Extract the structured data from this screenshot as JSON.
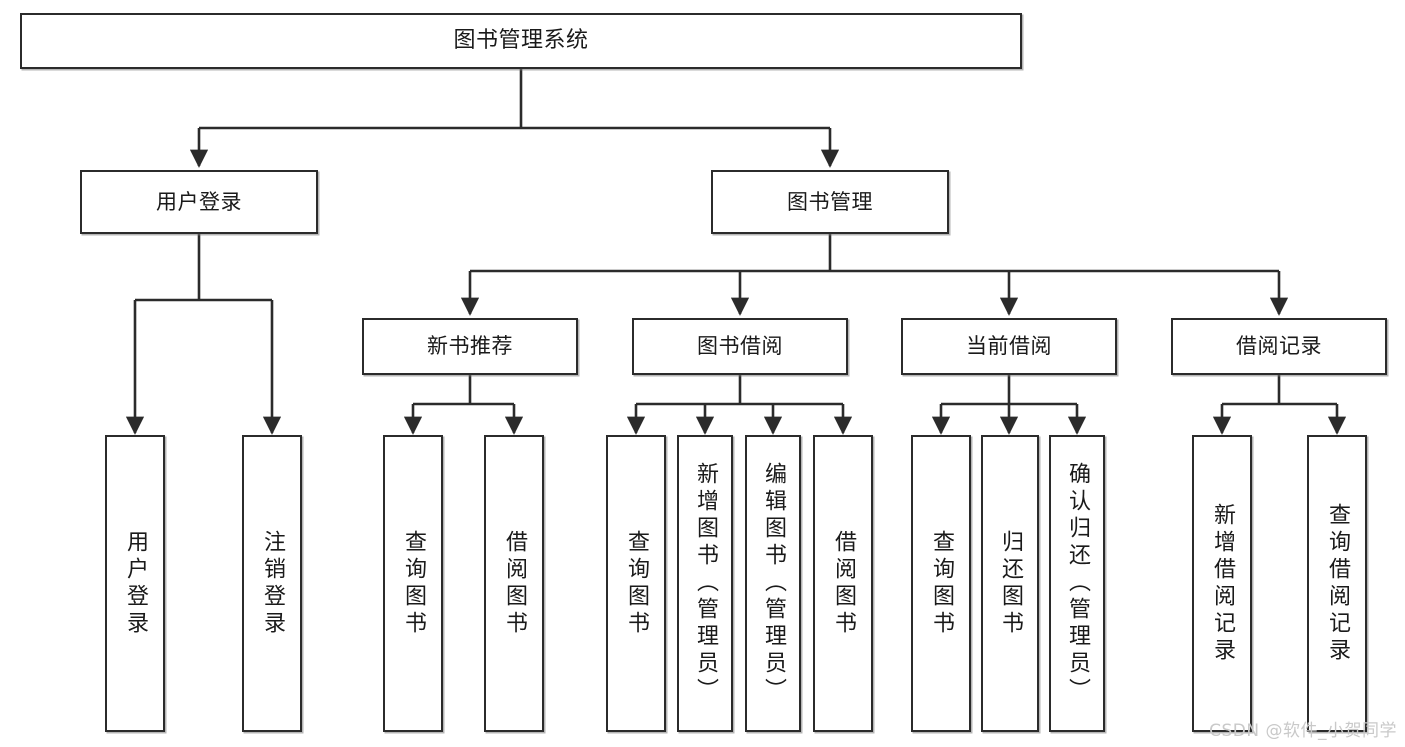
{
  "diagram": {
    "title": "图书管理系统",
    "type": "tree",
    "watermark": "CSDN @软件_小贺同学",
    "colors": {
      "stroke": "#2b2b2b",
      "fill": "#ffffff",
      "text": "#1a1a1a",
      "watermark": "#c9c9c9"
    },
    "nodes": {
      "root": {
        "label": "图书管理系统"
      },
      "level2": [
        {
          "label": "用户登录"
        },
        {
          "label": "图书管理"
        }
      ],
      "level3": [
        {
          "label": "新书推荐"
        },
        {
          "label": "图书借阅"
        },
        {
          "label": "当前借阅"
        },
        {
          "label": "借阅记录"
        }
      ],
      "leaves": {
        "user_login": [
          {
            "label": "用户登录"
          },
          {
            "label": "注销登录"
          }
        ],
        "new_books": [
          {
            "label": "查询图书"
          },
          {
            "label": "借阅图书"
          }
        ],
        "borrow_books": [
          {
            "label": "查询图书"
          },
          {
            "label": "新增图书（管理员）"
          },
          {
            "label": "编辑图书（管理员）"
          },
          {
            "label": "借阅图书"
          }
        ],
        "current_borrow": [
          {
            "label": "查询图书"
          },
          {
            "label": "归还图书"
          },
          {
            "label": "确认归还（管理员）"
          }
        ],
        "borrow_records": [
          {
            "label": "新增借阅记录"
          },
          {
            "label": "查询借阅记录"
          }
        ]
      }
    }
  }
}
